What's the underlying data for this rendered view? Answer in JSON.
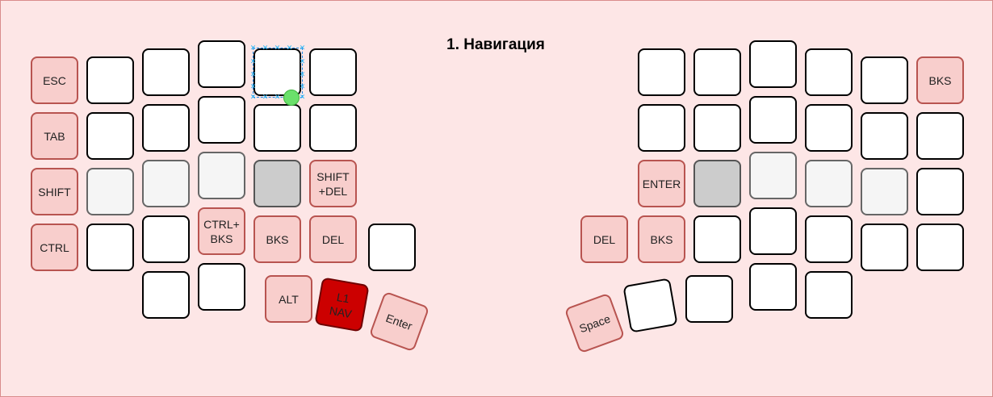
{
  "title": "1. Навигация",
  "colors": {
    "background": "#fde6e6",
    "modifier_fill": "#f8cecc",
    "modifier_border": "#b85450",
    "layer_key_fill": "#cc0000",
    "empty_key_fill": "#ffffff",
    "light_gray_fill": "#f5f5f5",
    "gray_fill": "#cccccc"
  },
  "left_keys": {
    "esc": "ESC",
    "tab": "TAB",
    "shift": "SHIFT",
    "ctrl": "CTRL",
    "shift_del": "SHIFT\n+DEL",
    "ctrl_bks": "CTRL+\nBKS",
    "bks": "BKS",
    "del": "DEL",
    "alt": "ALT",
    "layer_nav": "L1\nNAV",
    "enter": "Enter"
  },
  "right_keys": {
    "bks_top": "BKS",
    "enter": "ENTER",
    "del": "DEL",
    "bks": "BKS",
    "space": "Space"
  }
}
